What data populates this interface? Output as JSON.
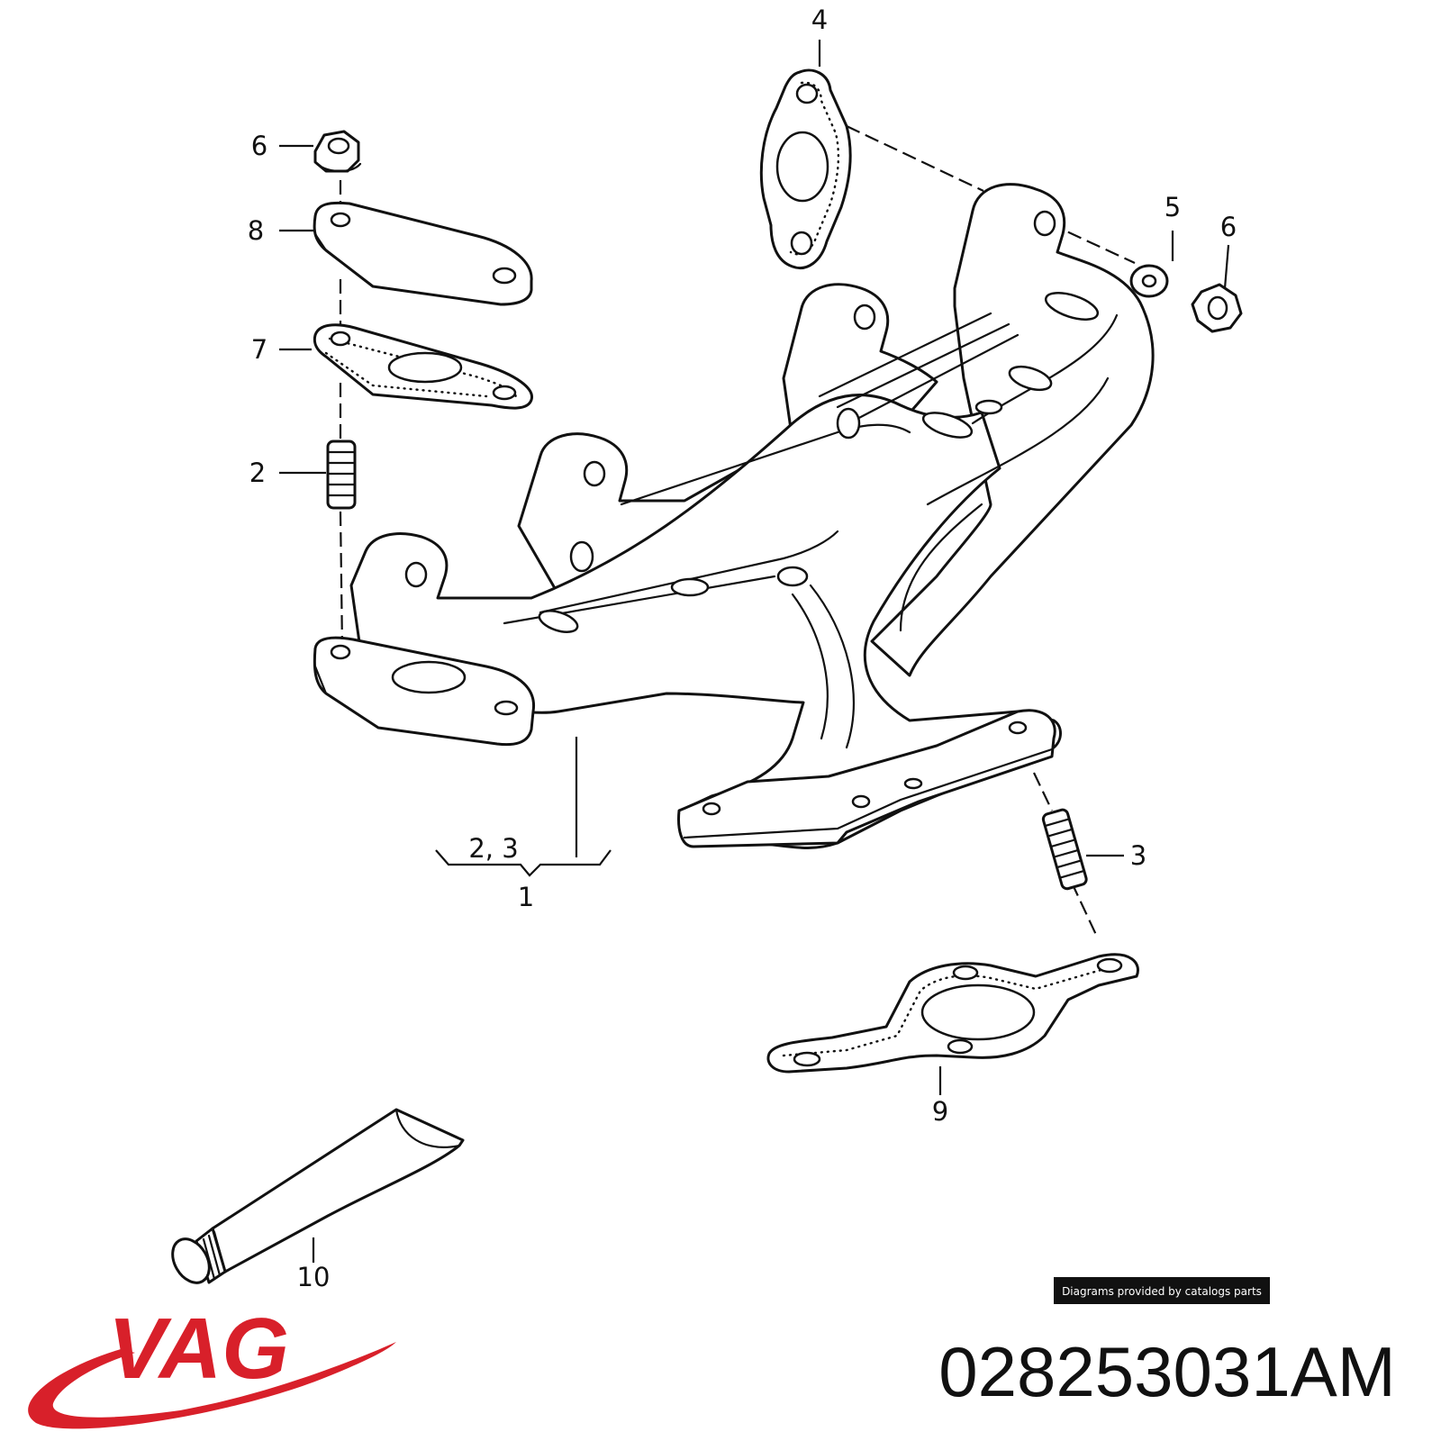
{
  "callouts": {
    "c1": "1",
    "c23": "2, 3",
    "c2": "2",
    "c3": "3",
    "c4": "4",
    "c5": "5",
    "c6a": "6",
    "c6b": "6",
    "c7": "7",
    "c8": "8",
    "c9": "9",
    "c10": "10"
  },
  "credit": "Diagrams provided by catalogs parts",
  "part_number": "028253031AM",
  "brand": {
    "logo_text": "VAG",
    "logo_color": "#d8202a"
  }
}
